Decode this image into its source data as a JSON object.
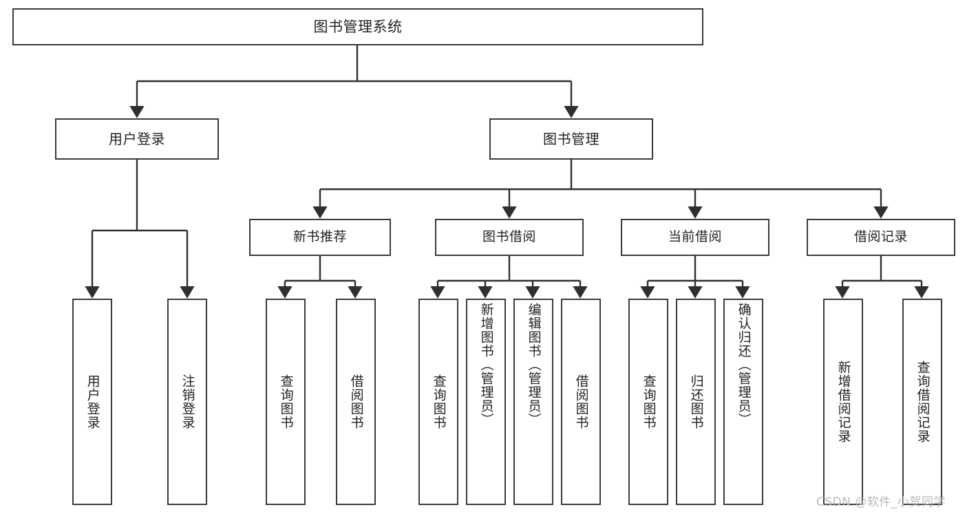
{
  "diagram": {
    "type": "hierarchy-tree",
    "title": "图书管理系统",
    "colors": {
      "box_border": "#3a3a3a",
      "box_fill": "#ffffff",
      "connector": "#2f2f2f",
      "text": "#222222",
      "watermark": "#b9b9b9",
      "background": "#ffffff"
    },
    "root": {
      "label": "图书管理系统"
    },
    "level2": [
      {
        "id": "user-login",
        "label": "用户登录"
      },
      {
        "id": "book-management",
        "label": "图书管理"
      }
    ],
    "level3": [
      {
        "id": "new-book-recommend",
        "label": "新书推荐"
      },
      {
        "id": "book-borrow",
        "label": "图书借阅"
      },
      {
        "id": "current-borrow",
        "label": "当前借阅"
      },
      {
        "id": "borrow-record",
        "label": "借阅记录"
      }
    ],
    "leaves": {
      "user_login": [
        {
          "id": "leaf-user-login",
          "label": "用户登录"
        },
        {
          "id": "leaf-logout",
          "label": "注销登录"
        }
      ],
      "new_book_recommend": [
        {
          "id": "leaf-query-book-1",
          "label": "查询图书"
        },
        {
          "id": "leaf-borrow-book-1",
          "label": "借阅图书"
        }
      ],
      "book_borrow": [
        {
          "id": "leaf-query-book-2",
          "label": "查询图书"
        },
        {
          "id": "leaf-add-book",
          "label": "新增图书（管理员）"
        },
        {
          "id": "leaf-edit-book",
          "label": "编辑图书（管理员）"
        },
        {
          "id": "leaf-borrow-book-2",
          "label": "借阅图书"
        }
      ],
      "current_borrow": [
        {
          "id": "leaf-query-book-3",
          "label": "查询图书"
        },
        {
          "id": "leaf-return-book",
          "label": "归还图书"
        },
        {
          "id": "leaf-confirm-return",
          "label": "确认归还（管理员）"
        }
      ],
      "borrow_record": [
        {
          "id": "leaf-add-record",
          "label": "新增借阅记录"
        },
        {
          "id": "leaf-query-record",
          "label": "查询借阅记录"
        }
      ]
    }
  },
  "watermark": {
    "text": "CSDN @软件_小贺同学"
  }
}
